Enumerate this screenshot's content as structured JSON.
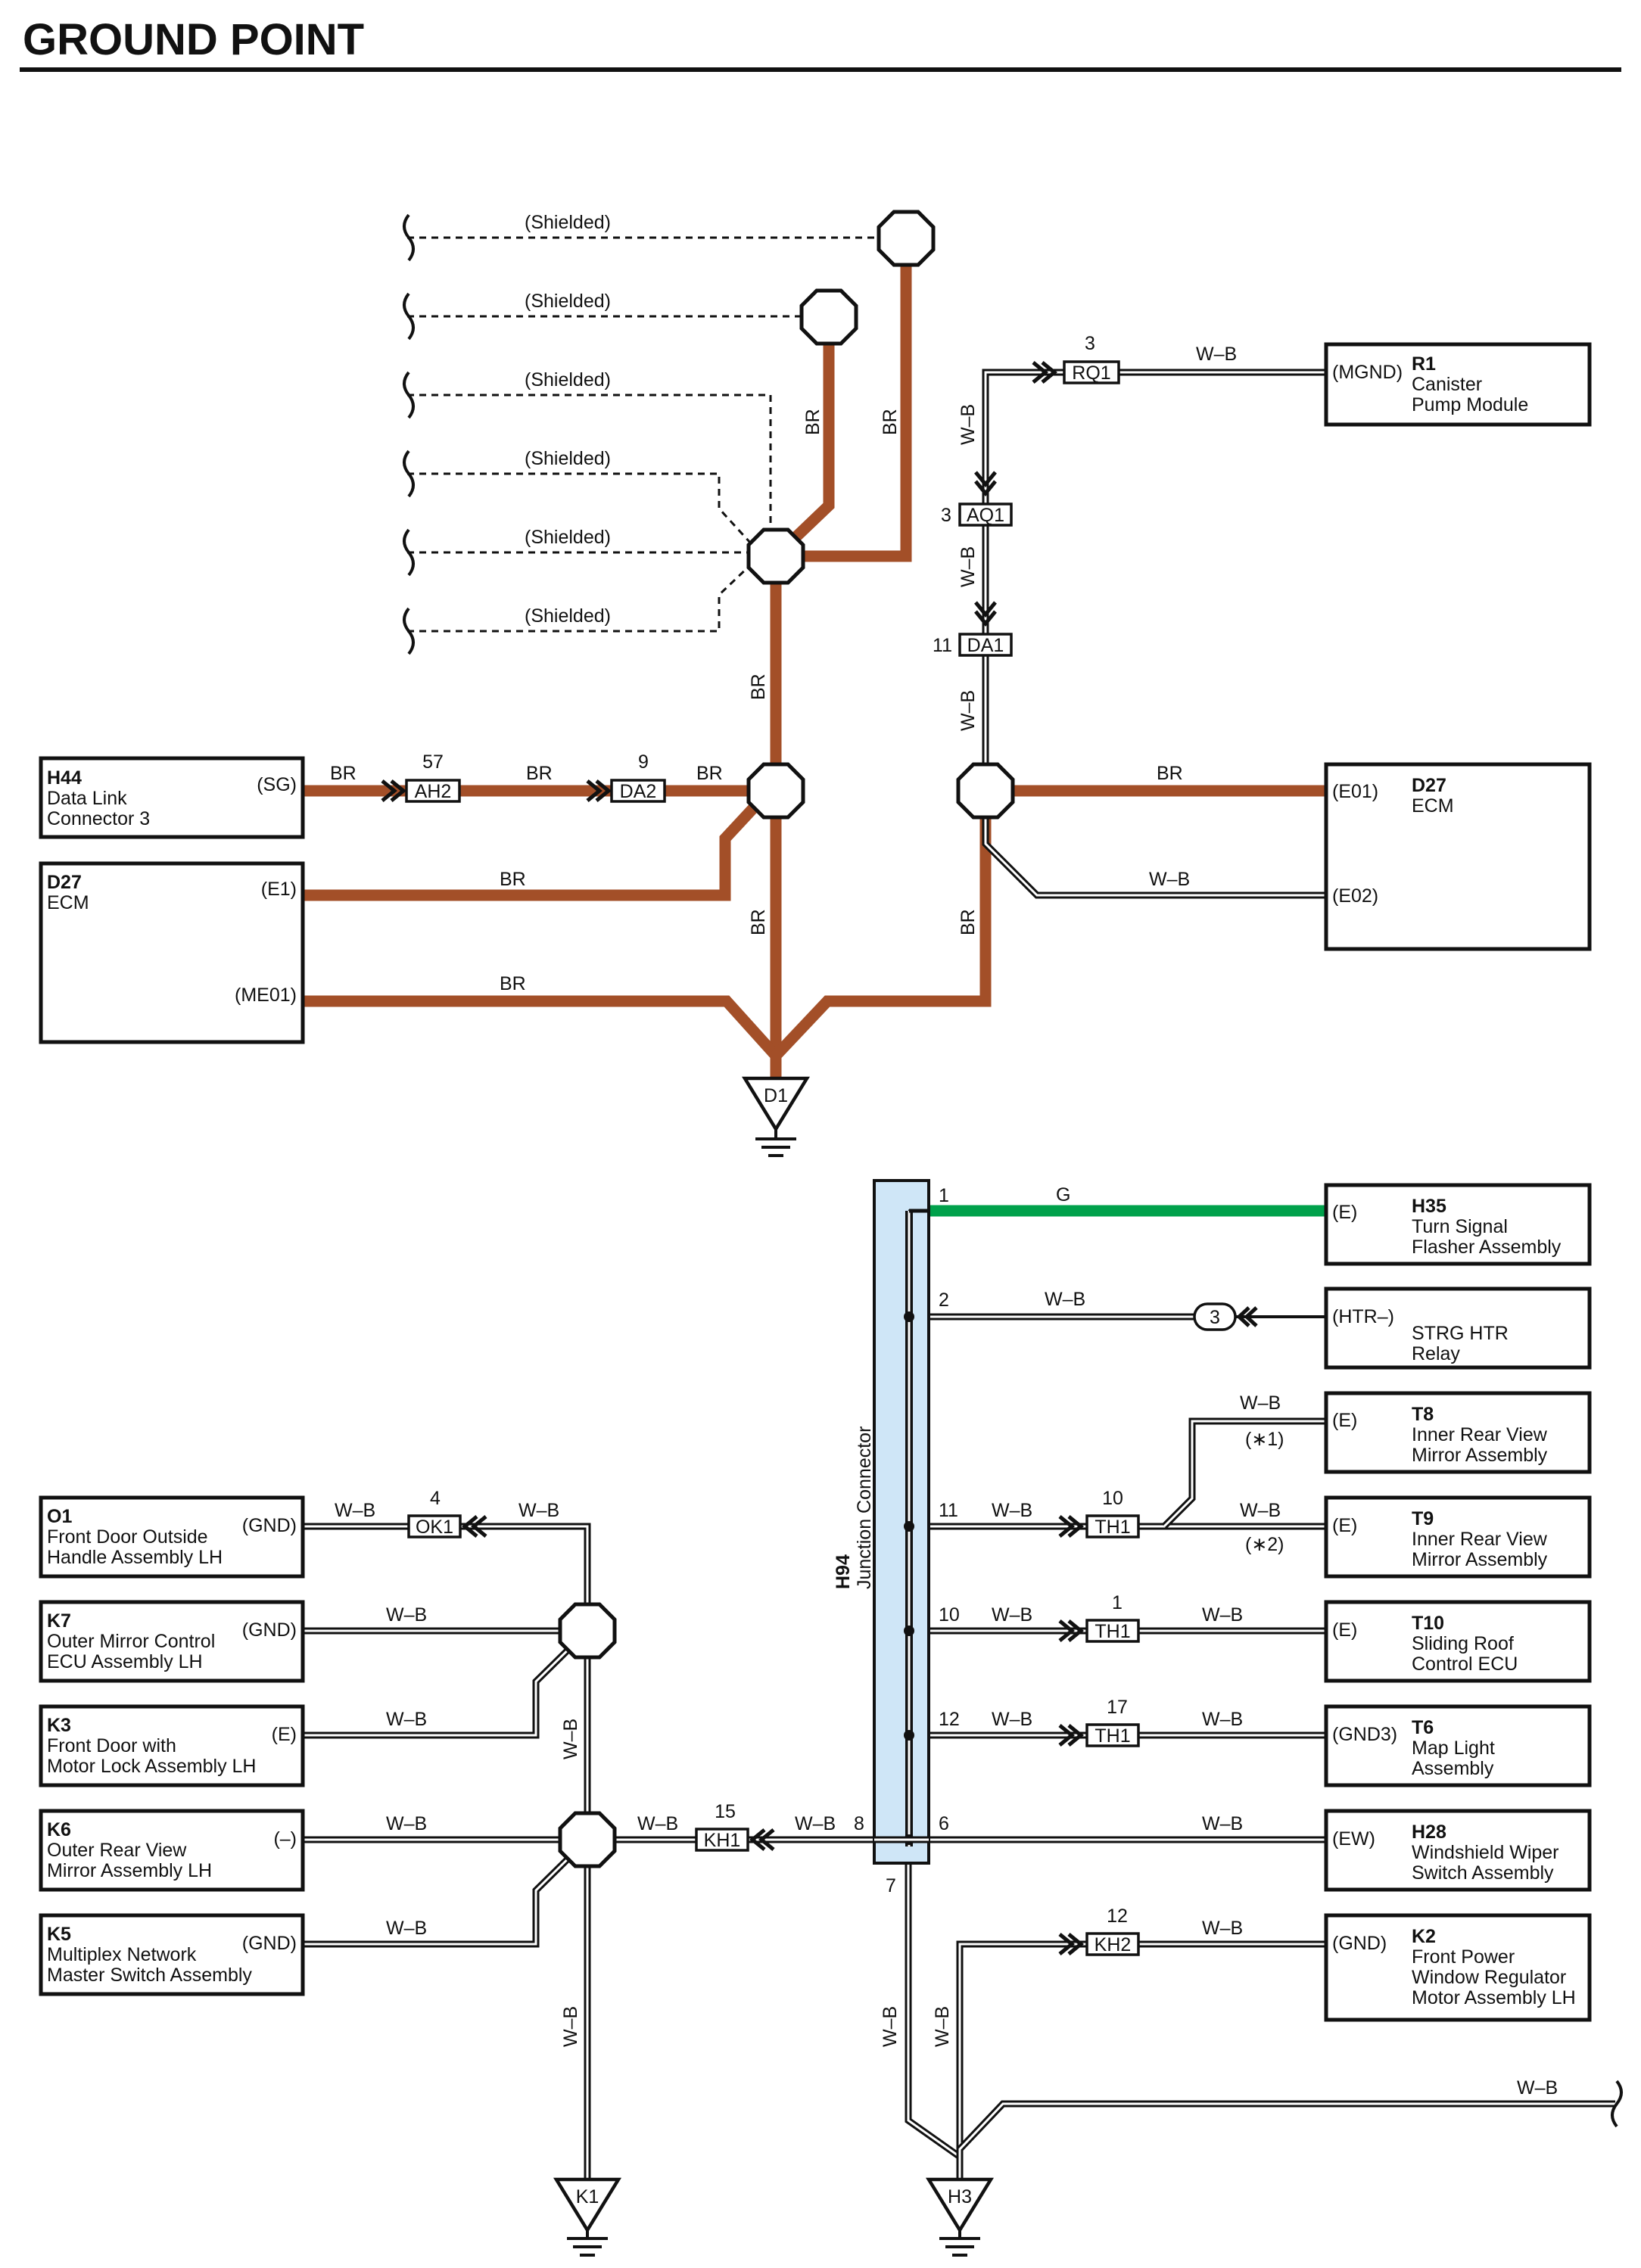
{
  "title": "GROUND POINT",
  "colors": {
    "BR": "#a34f28",
    "G": "#00a14b",
    "W-B": "#111111",
    "junction_fill": "#cfe6f7"
  },
  "shielded": [
    "(Shielded)",
    "(Shielded)",
    "(Shielded)",
    "(Shielded)",
    "(Shielded)",
    "(Shielded)"
  ],
  "components": {
    "H44": {
      "id": "H44",
      "name": [
        "Data Link",
        "Connector 3"
      ],
      "pin": "(SG)"
    },
    "D27_left": {
      "id": "D27",
      "name": [
        "ECM"
      ],
      "pins": [
        "(E1)",
        "(ME01)"
      ]
    },
    "D27_right": {
      "id": "D27",
      "name": [
        "ECM"
      ],
      "pins": [
        "(E01)",
        "(E02)"
      ]
    },
    "R1": {
      "id": "R1",
      "name": [
        "Canister",
        "Pump Module"
      ],
      "pin": "(MGND)"
    },
    "H35": {
      "id": "H35",
      "name": [
        "Turn Signal",
        "Flasher Assembly"
      ],
      "pin": "(E)"
    },
    "STRG": {
      "id": "",
      "name": [
        "STRG HTR",
        "Relay"
      ],
      "pin": "(HTR–)"
    },
    "T8": {
      "id": "T8",
      "name": [
        "Inner Rear View",
        "Mirror Assembly"
      ],
      "pin": "(E)"
    },
    "T9": {
      "id": "T9",
      "name": [
        "Inner Rear View",
        "Mirror Assembly"
      ],
      "pin": "(E)"
    },
    "T10": {
      "id": "T10",
      "name": [
        "Sliding Roof",
        "Control ECU"
      ],
      "pin": "(E)"
    },
    "T6": {
      "id": "T6",
      "name": [
        "Map Light",
        "Assembly"
      ],
      "pin": "(GND3)"
    },
    "H28": {
      "id": "H28",
      "name": [
        "Windshield Wiper",
        "Switch Assembly"
      ],
      "pin": "(EW)"
    },
    "K2": {
      "id": "K2",
      "name": [
        "Front Power",
        "Window Regulator",
        "Motor Assembly LH"
      ],
      "pin": "(GND)"
    },
    "O1": {
      "id": "O1",
      "name": [
        "Front Door Outside",
        "Handle Assembly LH"
      ],
      "pin": "(GND)"
    },
    "K7": {
      "id": "K7",
      "name": [
        "Outer Mirror Control",
        "ECU Assembly LH"
      ],
      "pin": "(GND)"
    },
    "K3": {
      "id": "K3",
      "name": [
        "Front Door with",
        "Motor Lock Assembly LH"
      ],
      "pin": "(E)"
    },
    "K6": {
      "id": "K6",
      "name": [
        "Outer Rear View",
        "Mirror Assembly LH"
      ],
      "pin": "(–)"
    },
    "K5": {
      "id": "K5",
      "name": [
        "Multiplex Network",
        "Master Switch Assembly"
      ],
      "pin": "(GND)"
    }
  },
  "junction": {
    "id": "H94",
    "name": "Junction Connector",
    "pins": [
      "1",
      "2",
      "11",
      "10",
      "12",
      "6",
      "8",
      "7"
    ]
  },
  "connectors": {
    "AH2": {
      "label": "AH2",
      "num": "57"
    },
    "DA2": {
      "label": "DA2",
      "num": "9"
    },
    "RQ1": {
      "label": "RQ1",
      "num": "3"
    },
    "AQ1": {
      "label": "AQ1",
      "num": "3"
    },
    "DA1": {
      "label": "DA1",
      "num": "11"
    },
    "TH1a": {
      "label": "TH1",
      "num": "10"
    },
    "TH1b": {
      "label": "TH1",
      "num": "1"
    },
    "TH1c": {
      "label": "TH1",
      "num": "17"
    },
    "KH2": {
      "label": "KH2",
      "num": "12"
    },
    "KH1": {
      "label": "KH1",
      "num": "15"
    },
    "OK1": {
      "label": "OK1",
      "num": "4"
    },
    "conn3": {
      "label": "3"
    }
  },
  "grounds": {
    "D1": "D1",
    "K1": "K1",
    "H3": "H3"
  },
  "wire_colors": {
    "br": "BR",
    "wb": "W–B",
    "g": "G"
  },
  "notes": {
    "n1": "(∗1)",
    "n2": "(∗2)"
  }
}
